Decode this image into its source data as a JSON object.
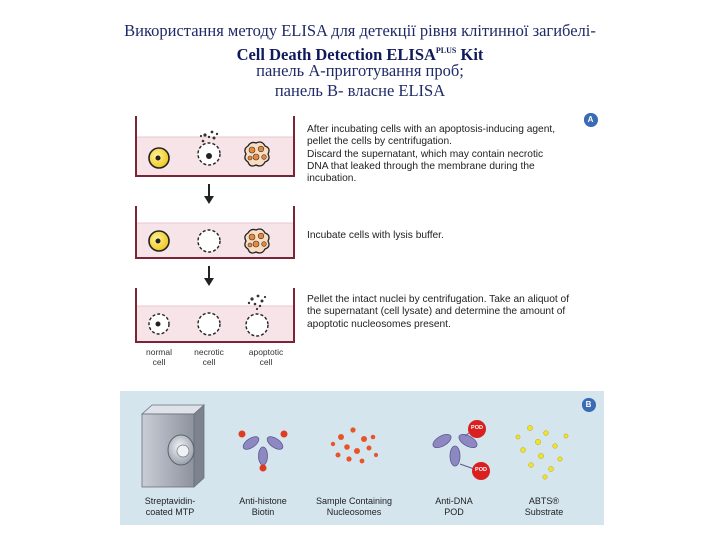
{
  "title": {
    "line1": "Використання методу ELISA для детекції рівня клітинної загибелі-",
    "line2_main": "Cell Death Detection ELISA",
    "line2_sup": "PLUS",
    "line2_end": " Kit",
    "line3": "панель А-приготування проб;",
    "line4": "панель В- власне ELISA"
  },
  "panel_a": {
    "badge": "A",
    "steps": [
      {
        "lines": [
          "After incubating cells with an apoptosis-inducing agent,",
          "pellet the cells by centrifugation.",
          "Discard the supernatant, which may contain necrotic",
          "DNA that leaked through the membrane during the",
          "incubation."
        ]
      },
      {
        "lines": [
          "Incubate cells with lysis buffer."
        ]
      },
      {
        "lines": [
          "Pellet the intact nuclei by centrifugation. Take an aliquot of",
          "the supernatant (cell lysate) and determine the amount of",
          "apoptotic nucleosomes present."
        ]
      }
    ],
    "cell_labels": [
      {
        "line1": "normal",
        "line2": "cell"
      },
      {
        "line1": "necrotic",
        "line2": "cell"
      },
      {
        "line1": "apoptotic",
        "line2": "cell"
      }
    ]
  },
  "panel_b": {
    "badge": "B",
    "pod_label": "POD",
    "components": [
      {
        "line1": "Streptavidin-",
        "line2": "coated MTP"
      },
      {
        "line1": "Anti-histone",
        "line2": "Biotin"
      },
      {
        "line1": "Sample Containing",
        "line2": "Nucleosomes"
      },
      {
        "line1": "Anti-DNA",
        "line2": "POD"
      },
      {
        "line1": "ABTS®",
        "line2": "Substrate"
      }
    ]
  },
  "colors": {
    "title": "#1f2a66",
    "panel_b_bg": "#d4e5ee",
    "well_fill": "#f7e4e8",
    "well_border": "#8a2a3a",
    "nucleus_yellow": "#f4d33a",
    "apoptotic_orange": "#e8883a",
    "antibody_purple": "#8e88c2",
    "biotin_red": "#e03b20",
    "pod_red": "#d91f1f",
    "substrate_yellow": "#f2e22a",
    "badge_blue": "#3a6bb5"
  }
}
